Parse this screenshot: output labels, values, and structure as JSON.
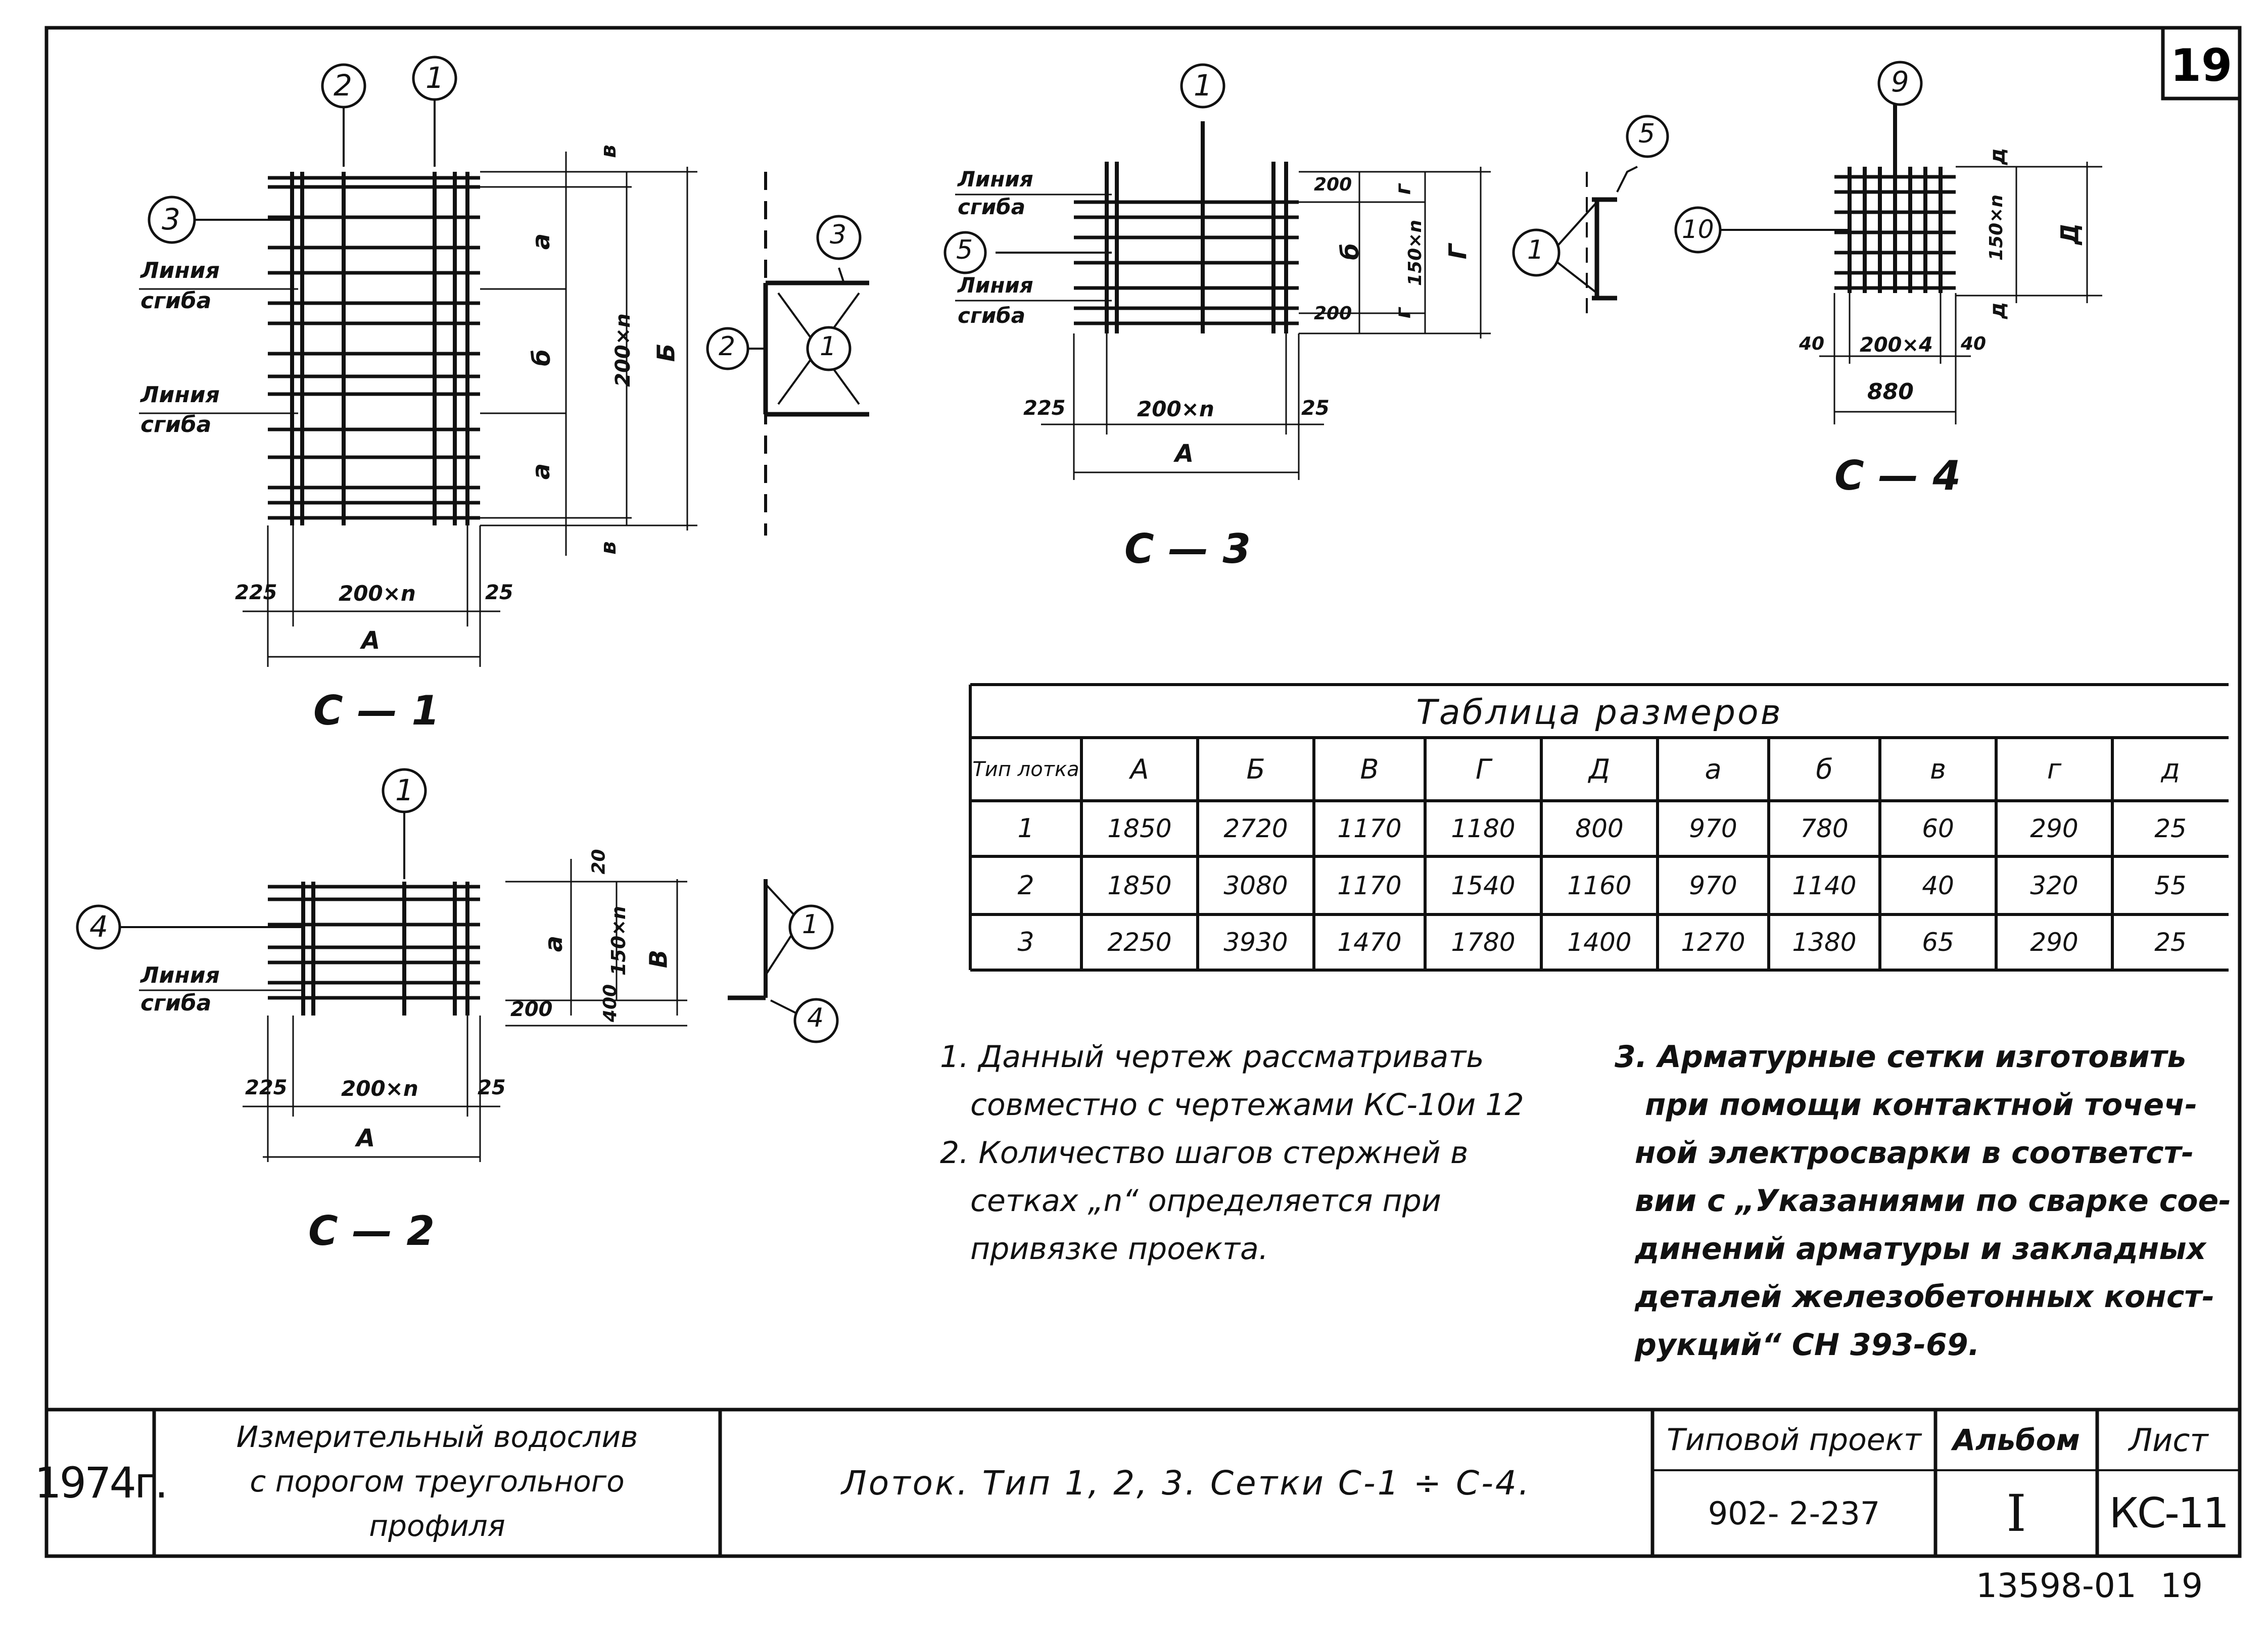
{
  "sheet_number_box": "19",
  "drawings": {
    "c1": {
      "label": "С — 1",
      "callouts": [
        "2",
        "1",
        "3",
        "2",
        "1"
      ],
      "bend_line": [
        "Линия",
        "сгиба"
      ],
      "dims_bottom": [
        "225",
        "200×n",
        "25",
        "А"
      ],
      "dims_right": [
        "в",
        "а",
        "б",
        "а",
        "в",
        "200×n",
        "Б"
      ]
    },
    "c2": {
      "label": "С — 2",
      "callouts": [
        "1",
        "4",
        "1",
        "4"
      ],
      "bend_line": [
        "Линия",
        "сгиба"
      ],
      "dims_bottom": [
        "225",
        "200×n",
        "25",
        "А"
      ],
      "dims_right": [
        "20",
        "а",
        "150×n",
        "400",
        "200",
        "В"
      ]
    },
    "c3": {
      "label": "С — 3",
      "callouts": [
        "1",
        "5",
        "5",
        "1"
      ],
      "bend_line": [
        "Линия",
        "сгиба"
      ],
      "dims_bottom": [
        "225",
        "200×n",
        "25",
        "А"
      ],
      "dims_right": [
        "200",
        "200",
        "г",
        "б",
        "150×n",
        "г",
        "Г"
      ]
    },
    "c4": {
      "label": "С — 4",
      "callouts": [
        "9",
        "10"
      ],
      "dims_bottom": [
        "40",
        "200×4",
        "40",
        "880"
      ],
      "dims_right": [
        "д",
        "150×n",
        "д",
        "Д"
      ]
    }
  },
  "table": {
    "title": "Таблица размеров",
    "headers": [
      "Тип лотка",
      "А",
      "Б",
      "В",
      "Г",
      "Д",
      "а",
      "б",
      "в",
      "г",
      "д"
    ],
    "rows": [
      [
        "1",
        "1850",
        "2720",
        "1170",
        "1180",
        "800",
        "970",
        "780",
        "60",
        "290",
        "25"
      ],
      [
        "2",
        "1850",
        "3080",
        "1170",
        "1540",
        "1160",
        "970",
        "1140",
        "40",
        "320",
        "55"
      ],
      [
        "3",
        "2250",
        "3930",
        "1470",
        "1780",
        "1400",
        "1270",
        "1380",
        "65",
        "290",
        "25"
      ]
    ]
  },
  "notes_left": [
    "1. Данный чертеж рассматривать",
    "совместно с чертежами КС-10и 12",
    "2. Количество шагов стержней в",
    "сетках „n“ определяется при",
    "привязке проекта."
  ],
  "notes_right": [
    "3. Арматурные сетки изготовить",
    "при помощи контактной точеч-",
    "ной электросварки в соответст-",
    "вии с „Указаниями по сварке сое-",
    "динений арматуры и закладных",
    "деталей железобетонных конст-",
    "рукций“ СН 393-69."
  ],
  "title_block": {
    "year": "1974г.",
    "object_name": [
      "Измерительный водослив",
      "с порогом треугольного",
      "профиля"
    ],
    "drawing_name": "Лоток.   Тип 1, 2, 3.  Сетки  С-1 ÷ С-4.",
    "project_label": "Типовой проект",
    "project_number": "902- 2-237",
    "album_label": "Альбом",
    "album_value": "I",
    "sheet_label": "Лист",
    "sheet_value": "КС-11"
  },
  "stamp": "13598-01",
  "page_number": "19"
}
